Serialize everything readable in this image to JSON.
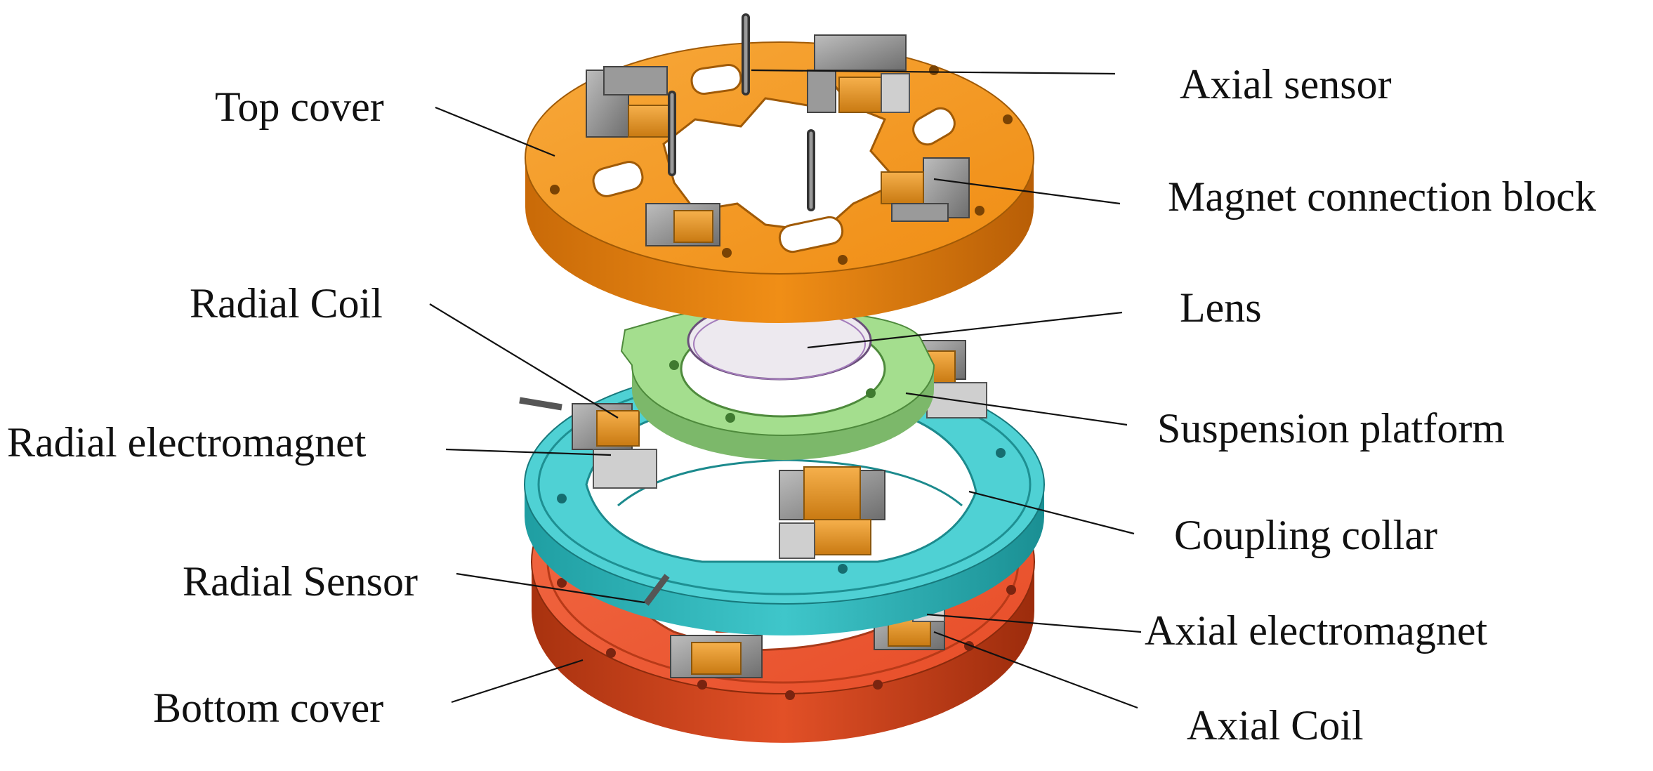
{
  "labels": {
    "top_cover": "Top cover",
    "radial_coil": "Radial Coil",
    "radial_electromagnet": "Radial electromagnet",
    "radial_sensor": "Radial Sensor",
    "bottom_cover": "Bottom cover",
    "axial_sensor": "Axial sensor",
    "magnet_connection_block": "Magnet connection block",
    "lens": "Lens",
    "suspension_platform": "Suspension platform",
    "coupling_collar": "Coupling collar",
    "axial_electromagnet": "Axial electromagnet",
    "axial_coil": "Axial Coil"
  },
  "colors": {
    "top_cover": "#f39a1e",
    "suspension_platform": "#9ed98a",
    "coupling_collar": "#3ec9cc",
    "bottom_cover": "#ef5a35",
    "magnet_block": "#8c8c8c",
    "coil": "#f0a63a"
  }
}
